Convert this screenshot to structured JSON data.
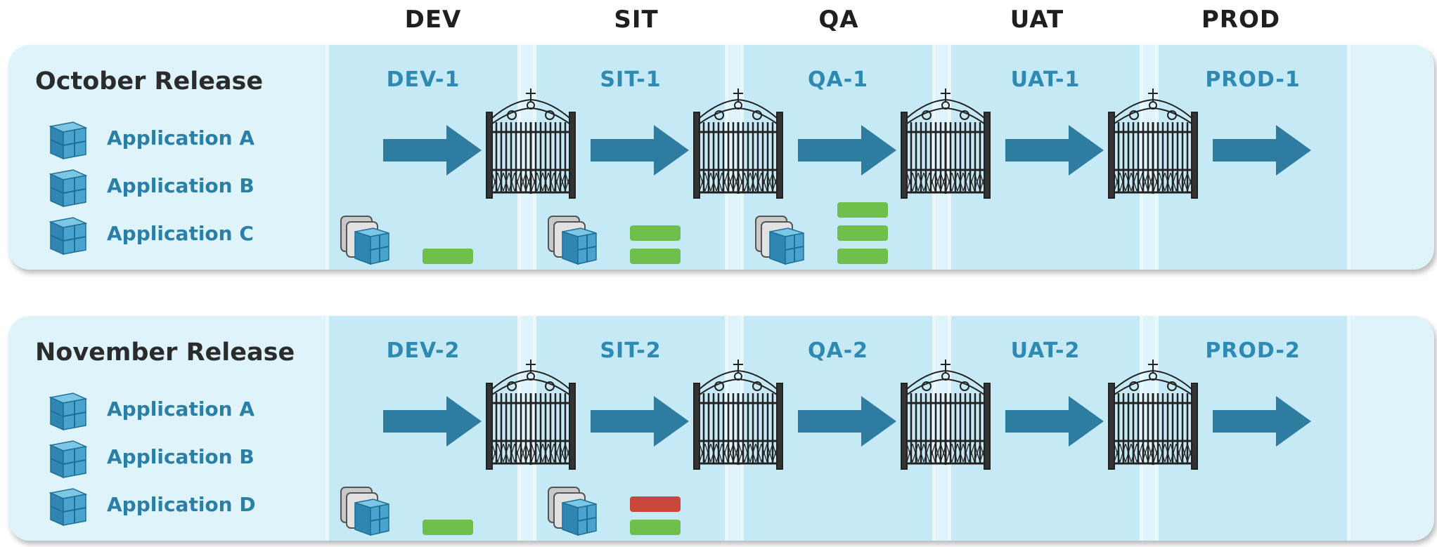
{
  "columns": [
    "DEV",
    "SIT",
    "QA",
    "UAT",
    "PROD"
  ],
  "colors": {
    "panel": "#dff3fb",
    "env_band": "#c5e9f5",
    "arrow": "#2e7ca0",
    "label": "#2e8ab3",
    "pass": "#6fbf4d",
    "fail": "#c9463d"
  },
  "releases": [
    {
      "title": "October Release",
      "apps": [
        "Application A",
        "Application B",
        "Application C"
      ],
      "envs": [
        {
          "label": "DEV-1",
          "builds": [
            "pass"
          ]
        },
        {
          "label": "SIT-1",
          "builds": [
            "pass",
            "pass"
          ]
        },
        {
          "label": "QA-1",
          "builds": [
            "pass",
            "pass",
            "pass"
          ]
        },
        {
          "label": "UAT-1",
          "builds": []
        },
        {
          "label": "PROD-1",
          "builds": []
        }
      ]
    },
    {
      "title": "November Release",
      "apps": [
        "Application A",
        "Application B",
        "Application D"
      ],
      "envs": [
        {
          "label": "DEV-2",
          "builds": [
            "pass"
          ]
        },
        {
          "label": "SIT-2",
          "builds": [
            "fail",
            "pass"
          ]
        },
        {
          "label": "QA-2",
          "builds": []
        },
        {
          "label": "UAT-2",
          "builds": []
        },
        {
          "label": "PROD-2",
          "builds": []
        }
      ]
    }
  ],
  "icons": {
    "app": "application-cube-icon",
    "gate": "quality-gate-icon",
    "flow": "right-arrow-icon",
    "build": "build-stack-icon"
  }
}
